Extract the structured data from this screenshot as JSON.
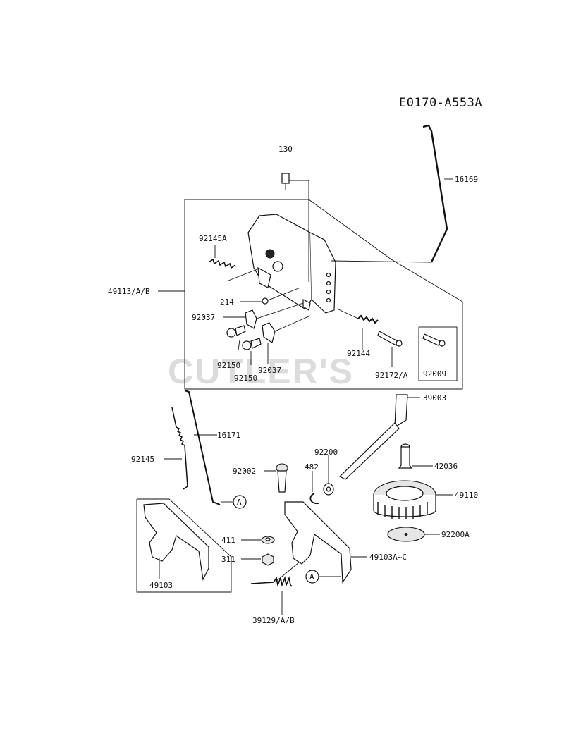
{
  "diagram": {
    "code": "E0170-A553A",
    "watermark": "CUTLER'S",
    "labels": {
      "p130": "130",
      "p16169": "16169",
      "p92145A": "92145A",
      "p49113": "49113/A/B",
      "p214": "214",
      "p92037a": "92037",
      "p92037b": "92037",
      "p92150a": "92150",
      "p92150b": "92150",
      "p92144": "92144",
      "p92172": "92172/A",
      "p92009": "92009",
      "p39003": "39003",
      "p16171": "16171",
      "p92145": "92145",
      "p92200": "92200",
      "p482": "482",
      "p92002": "92002",
      "p42036": "42036",
      "p49110": "49110",
      "p411": "411",
      "p311": "311",
      "p49103Ac": "49103A~C",
      "p92200A": "92200A",
      "p49103": "49103",
      "p39129": "39129/A/B",
      "refA1": "A",
      "refA2": "A"
    }
  }
}
